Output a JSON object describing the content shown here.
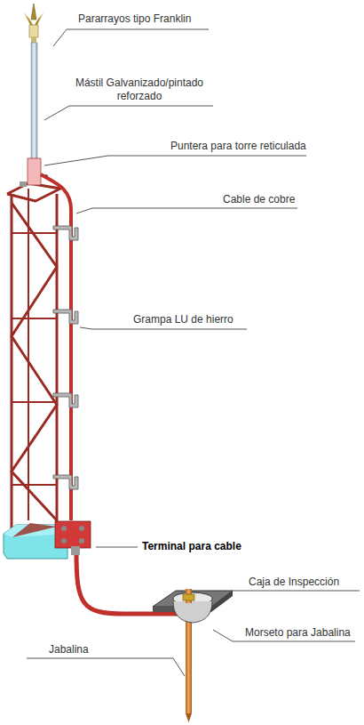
{
  "diagram": {
    "labels": [
      "Pararrayos tipo Franklin",
      "Mástil Galvanizado/pintado reforzado",
      "Puntera para torre reticulada",
      "Cable de cobre",
      "Grampa LU de hierro",
      "Terminal para cable",
      "Caja de Inspección",
      "Morseto para Jabalina",
      "Jabalina"
    ]
  }
}
